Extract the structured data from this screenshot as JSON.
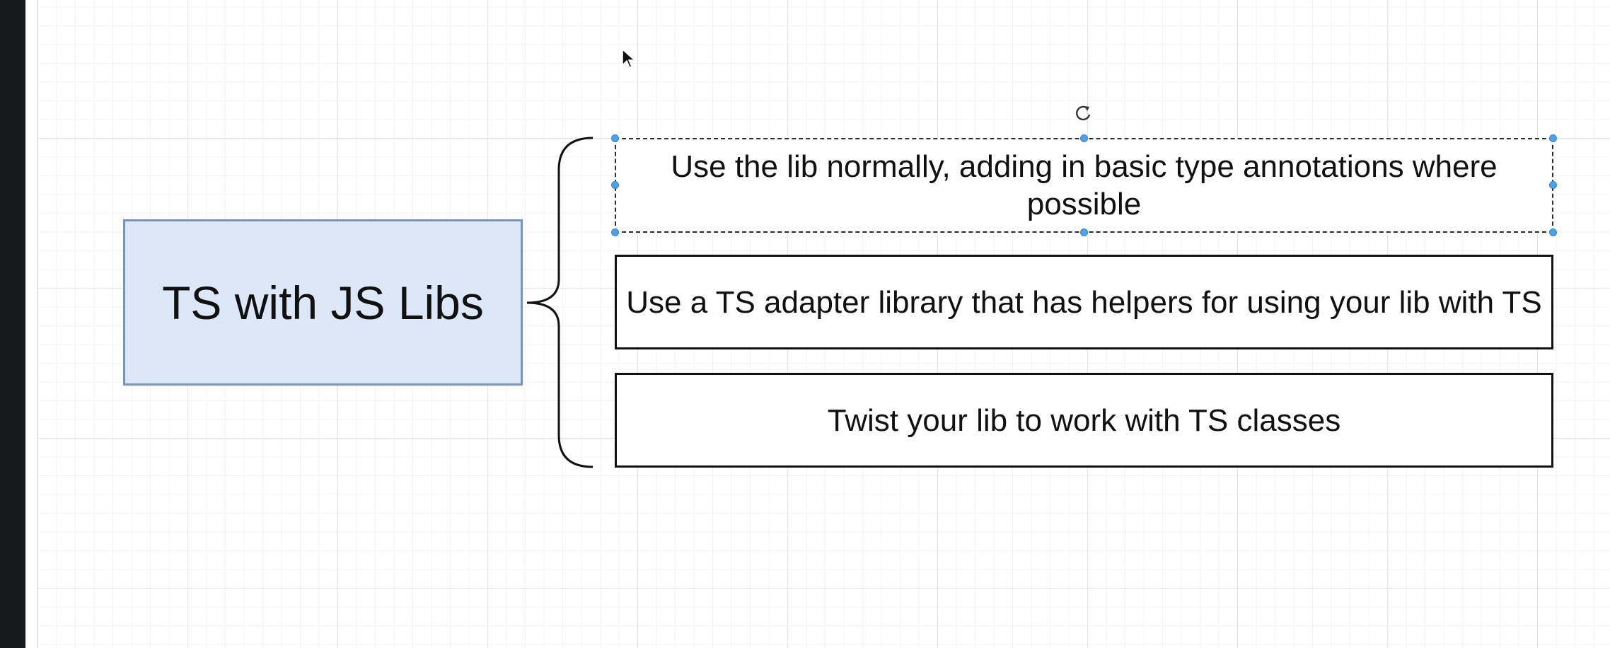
{
  "diagram": {
    "central_node": {
      "label": "TS with JS Libs"
    },
    "items": [
      {
        "label": "Use the lib normally, adding in basic type annotations where possible"
      },
      {
        "label": "Use a TS adapter library that has helpers for using your lib with TS"
      },
      {
        "label": "Twist your lib to work with TS classes"
      }
    ]
  },
  "colors": {
    "central_fill": "#dce8f8",
    "central_border": "#7a93b8",
    "selection_handle": "#4ea1e8",
    "left_strip": "#17191c"
  },
  "icons": {
    "rotate": "rotate-icon",
    "cursor": "mouse-cursor-icon"
  }
}
